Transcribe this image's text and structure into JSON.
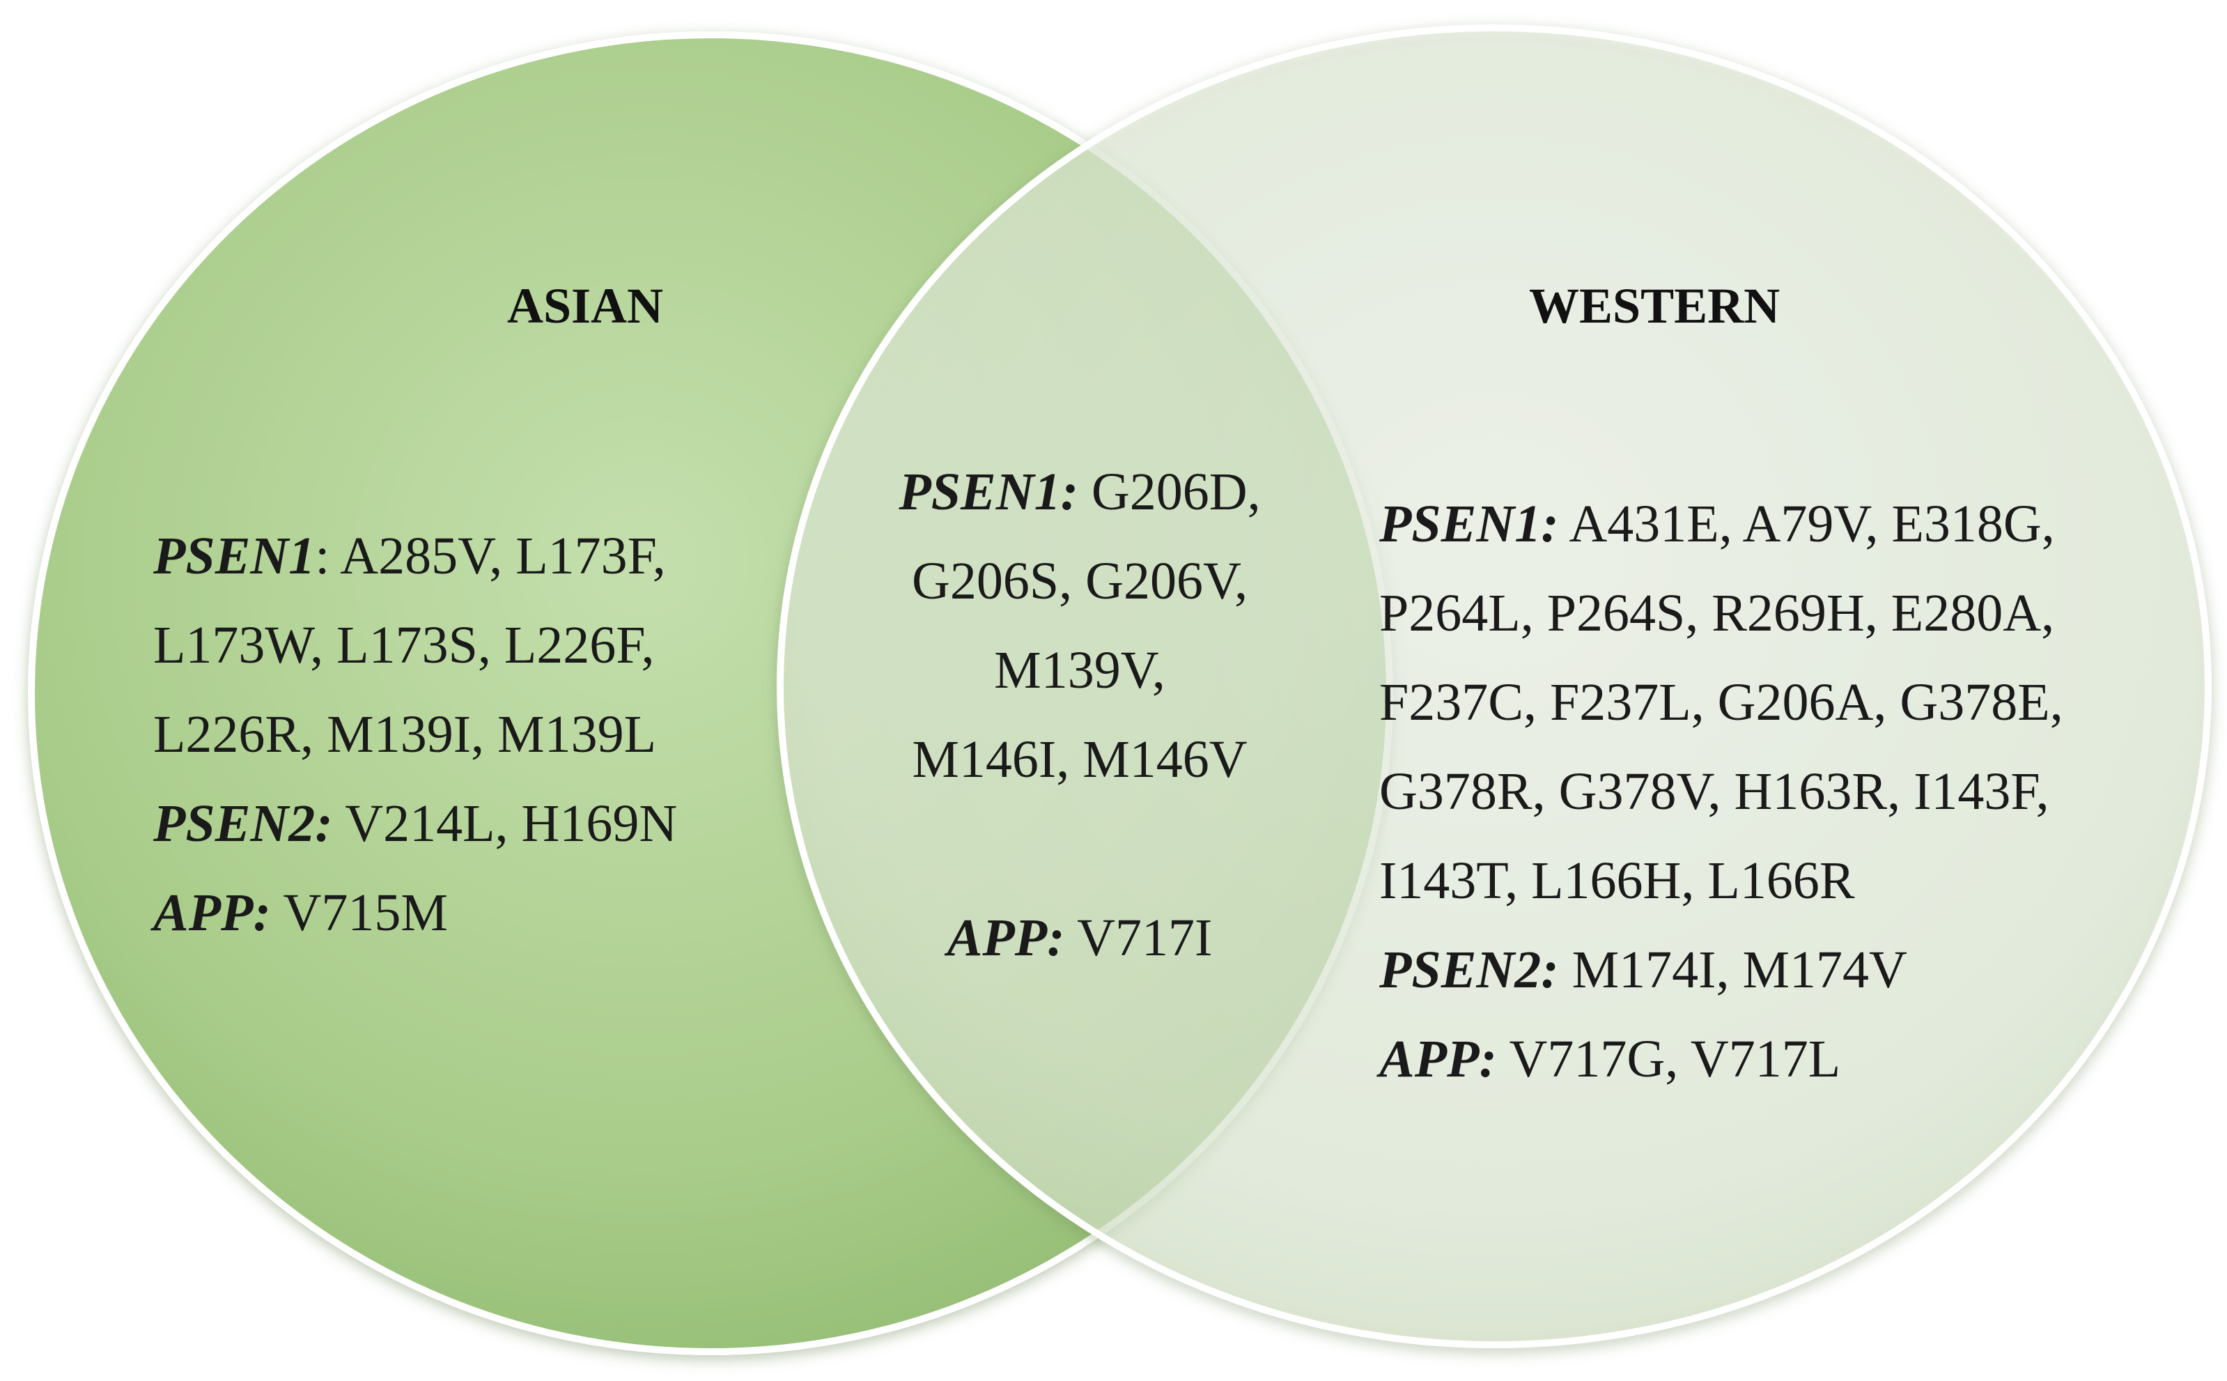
{
  "colors": {
    "asian_fill": "#a9cc8a",
    "western_fill": "#e4eedb",
    "outline": "#ffffff"
  },
  "asian": {
    "title": "ASIAN",
    "psen1_label": "PSEN1",
    "psen1_sep": ":",
    "psen1_line1": "A285V, L173F,",
    "psen1_line2": "L173W, L173S, L226F,",
    "psen1_line3": "L226R, M139I, M139L",
    "psen2_label": "PSEN2:",
    "psen2_values": "V214L, H169N",
    "app_label": "APP:",
    "app_values": "V715M"
  },
  "shared": {
    "psen1_label": "PSEN1:",
    "psen1_line1": "G206D,",
    "psen1_line2": "G206S, G206V,",
    "psen1_line3": "M139V,",
    "psen1_line4": "M146I, M146V",
    "app_label": "APP:",
    "app_values": "V717I"
  },
  "western": {
    "title": "WESTERN",
    "psen1_label": "PSEN1:",
    "psen1_line1": "A431E, A79V, E318G,",
    "psen1_line2": "P264L, P264S, R269H, E280A,",
    "psen1_line3": "F237C, F237L, G206A, G378E,",
    "psen1_line4": "G378R, G378V, H163R, I143F,",
    "psen1_line5": "I143T, L166H, L166R",
    "psen2_label": "PSEN2:",
    "psen2_values": "M174I, M174V",
    "app_label": "APP:",
    "app_values": "V717G, V717L"
  }
}
